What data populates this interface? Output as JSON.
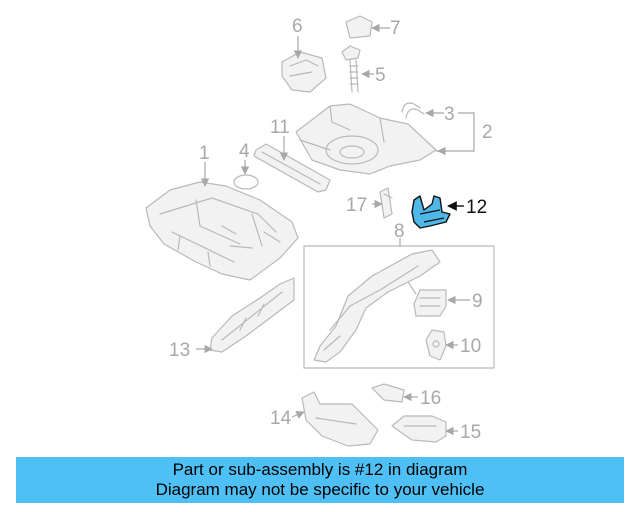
{
  "diagram": {
    "highlight_color": "#4fb8e6",
    "labels": {
      "l1": "1",
      "l2": "2",
      "l3": "3",
      "l4": "4",
      "l5": "5",
      "l6": "6",
      "l7": "7",
      "l8": "8",
      "l9": "9",
      "l10": "10",
      "l11": "11",
      "l12": "12",
      "l13": "13",
      "l14": "14",
      "l15": "15",
      "l16": "16",
      "l17": "17"
    }
  },
  "footer": {
    "line1": "Part or sub-assembly is #12 in diagram",
    "line2": "Diagram may not be specific to your vehicle",
    "background": "#4fc0f5"
  }
}
